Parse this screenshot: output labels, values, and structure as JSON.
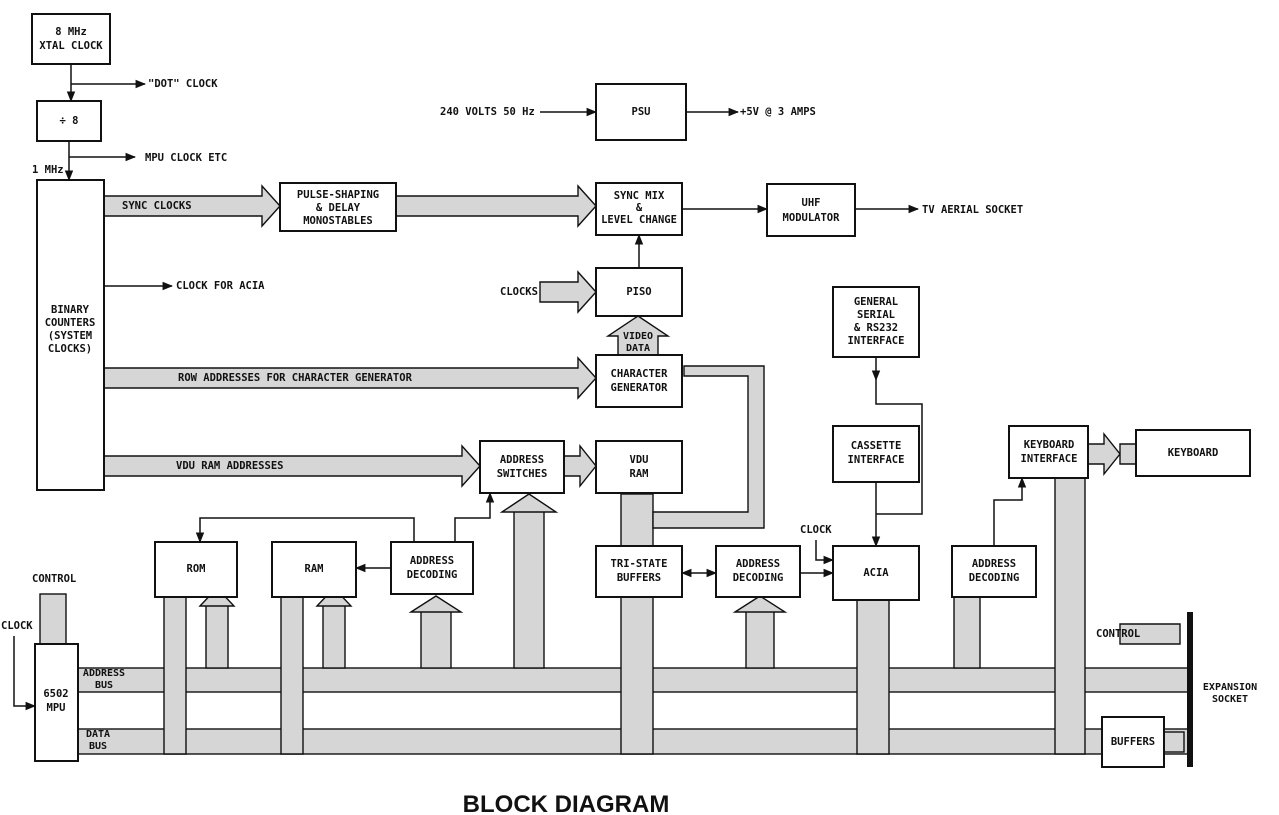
{
  "title": "BLOCK DIAGRAM",
  "blocks": {
    "xtal": [
      "8 MHz",
      "XTAL CLOCK"
    ],
    "div8": [
      "÷ 8"
    ],
    "counters": [
      "BINARY",
      "COUNTERS",
      "(SYSTEM",
      "CLOCKS)"
    ],
    "pulse": [
      "PULSE-SHAPING",
      "& DELAY",
      "MONOSTABLES"
    ],
    "psu": [
      "PSU"
    ],
    "syncmix": [
      "SYNC MIX",
      "&",
      "LEVEL CHANGE"
    ],
    "uhf": [
      "UHF",
      "MODULATOR"
    ],
    "piso": [
      "PISO"
    ],
    "chargen": [
      "CHARACTER",
      "GENERATOR"
    ],
    "addrsw": [
      "ADDRESS",
      "SWITCHES"
    ],
    "vduram": [
      "VDU",
      "RAM"
    ],
    "serial": [
      "GENERAL",
      "SERIAL",
      "& RS232",
      "INTERFACE"
    ],
    "cassette": [
      "CASSETTE",
      "INTERFACE"
    ],
    "kbdif": [
      "KEYBOARD",
      "INTERFACE"
    ],
    "keyboard": [
      "KEYBOARD"
    ],
    "rom": [
      "ROM"
    ],
    "ram": [
      "RAM"
    ],
    "dec1": [
      "ADDRESS",
      "DECODING"
    ],
    "tristate": [
      "TRI-STATE",
      "BUFFERS"
    ],
    "dec2": [
      "ADDRESS",
      "DECODING"
    ],
    "acia": [
      "ACIA"
    ],
    "dec3": [
      "ADDRESS",
      "DECODING"
    ],
    "mpu": [
      "6502",
      "MPU"
    ],
    "buffers": [
      "BUFFERS"
    ]
  },
  "labels": {
    "dot_clock": "\"DOT\" CLOCK",
    "mpu_clock": "MPU CLOCK ETC",
    "one_mhz": "1 MHz",
    "sync_clocks": "SYNC CLOCKS",
    "clock_acia": "CLOCK FOR ACIA",
    "row_addresses": "ROW ADDRESSES FOR CHARACTER GENERATOR",
    "vdu_ram_addresses": "VDU RAM ADDRESSES",
    "mains_in": "240 VOLTS 50 Hz",
    "psu_out": "+5V @ 3 AMPS",
    "tv_aerial": "TV AERIAL SOCKET",
    "clocks": "CLOCKS",
    "video_data": [
      "VIDEO",
      "DATA"
    ],
    "clock_acia_in": "CLOCK",
    "control_left": "CONTROL",
    "clock_mpu": "CLOCK",
    "control_right": "CONTROL",
    "address_bus": [
      "ADDRESS",
      "BUS"
    ],
    "data_bus": [
      "DATA",
      "BUS"
    ],
    "expansion": [
      "EXPANSION",
      "SOCKET"
    ]
  }
}
